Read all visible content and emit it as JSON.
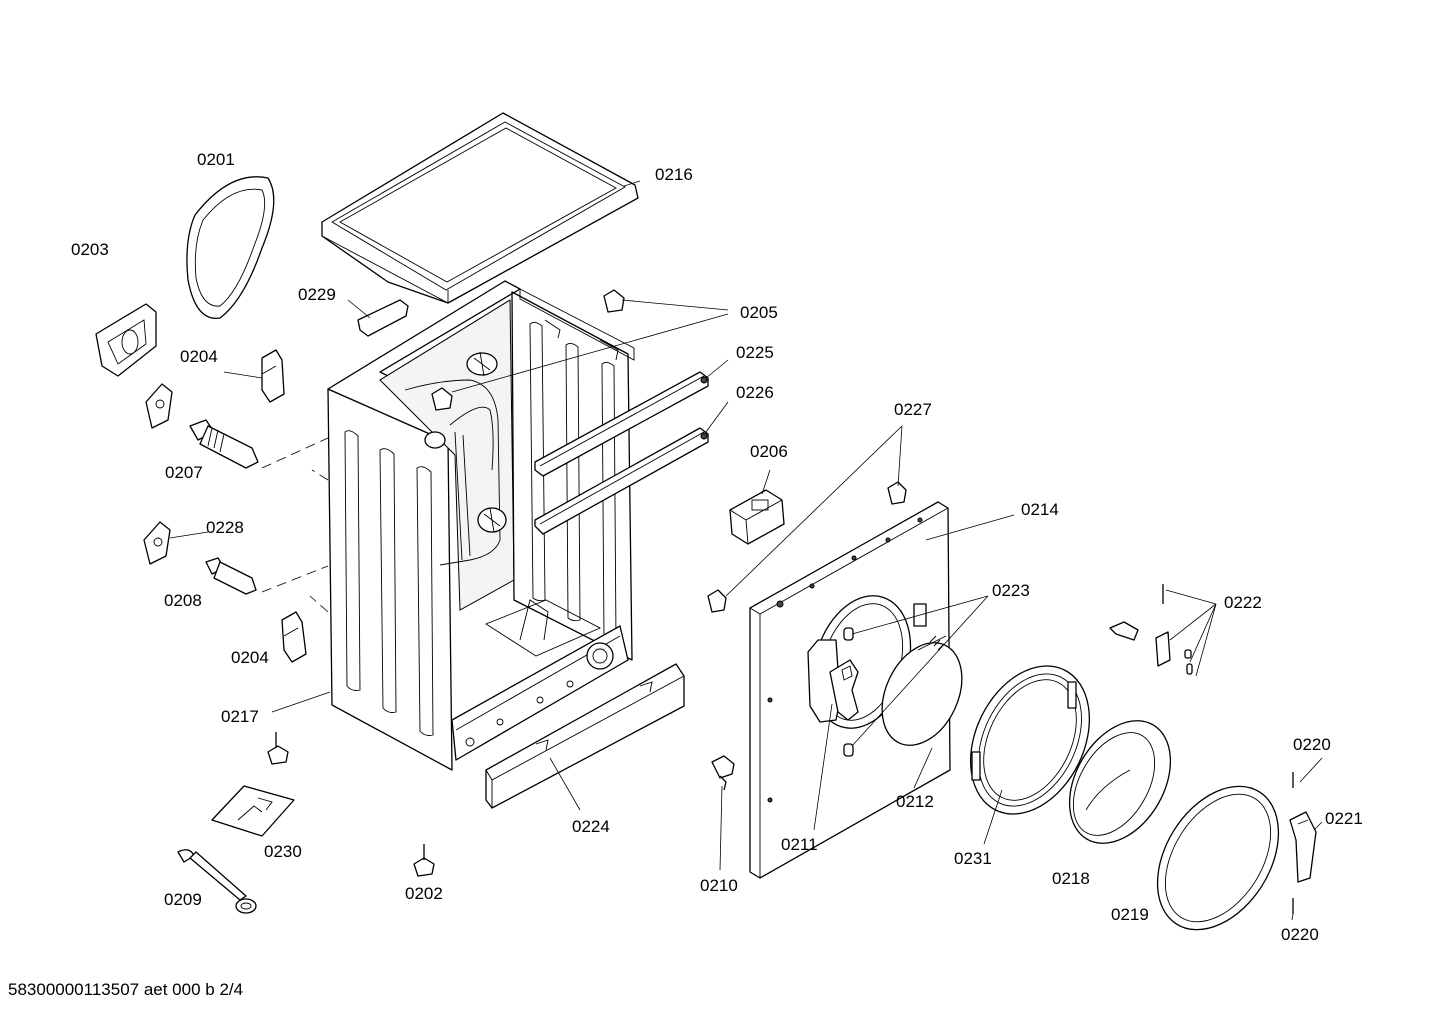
{
  "drawing_number": "58300000113507 aet 000 b 2/4",
  "labels": {
    "p0201": "0201",
    "p0216": "0216",
    "p0203": "0203",
    "p0229": "0229",
    "p0205": "0205",
    "p0204a": "0204",
    "p0225": "0225",
    "p0226": "0226",
    "p0207": "0207",
    "p0227": "0227",
    "p0206": "0206",
    "p0228": "0228",
    "p0214": "0214",
    "p0208": "0208",
    "p0223": "0223",
    "p0222": "0222",
    "p0204b": "0204",
    "p0217": "0217",
    "p0220a": "0220",
    "p0221": "0221",
    "p0230": "0230",
    "p0224": "0224",
    "p0211": "0211",
    "p0212": "0212",
    "p0231": "0231",
    "p0210": "0210",
    "p0218": "0218",
    "p0209": "0209",
    "p0202": "0202",
    "p0219": "0219",
    "p0220b": "0220"
  }
}
